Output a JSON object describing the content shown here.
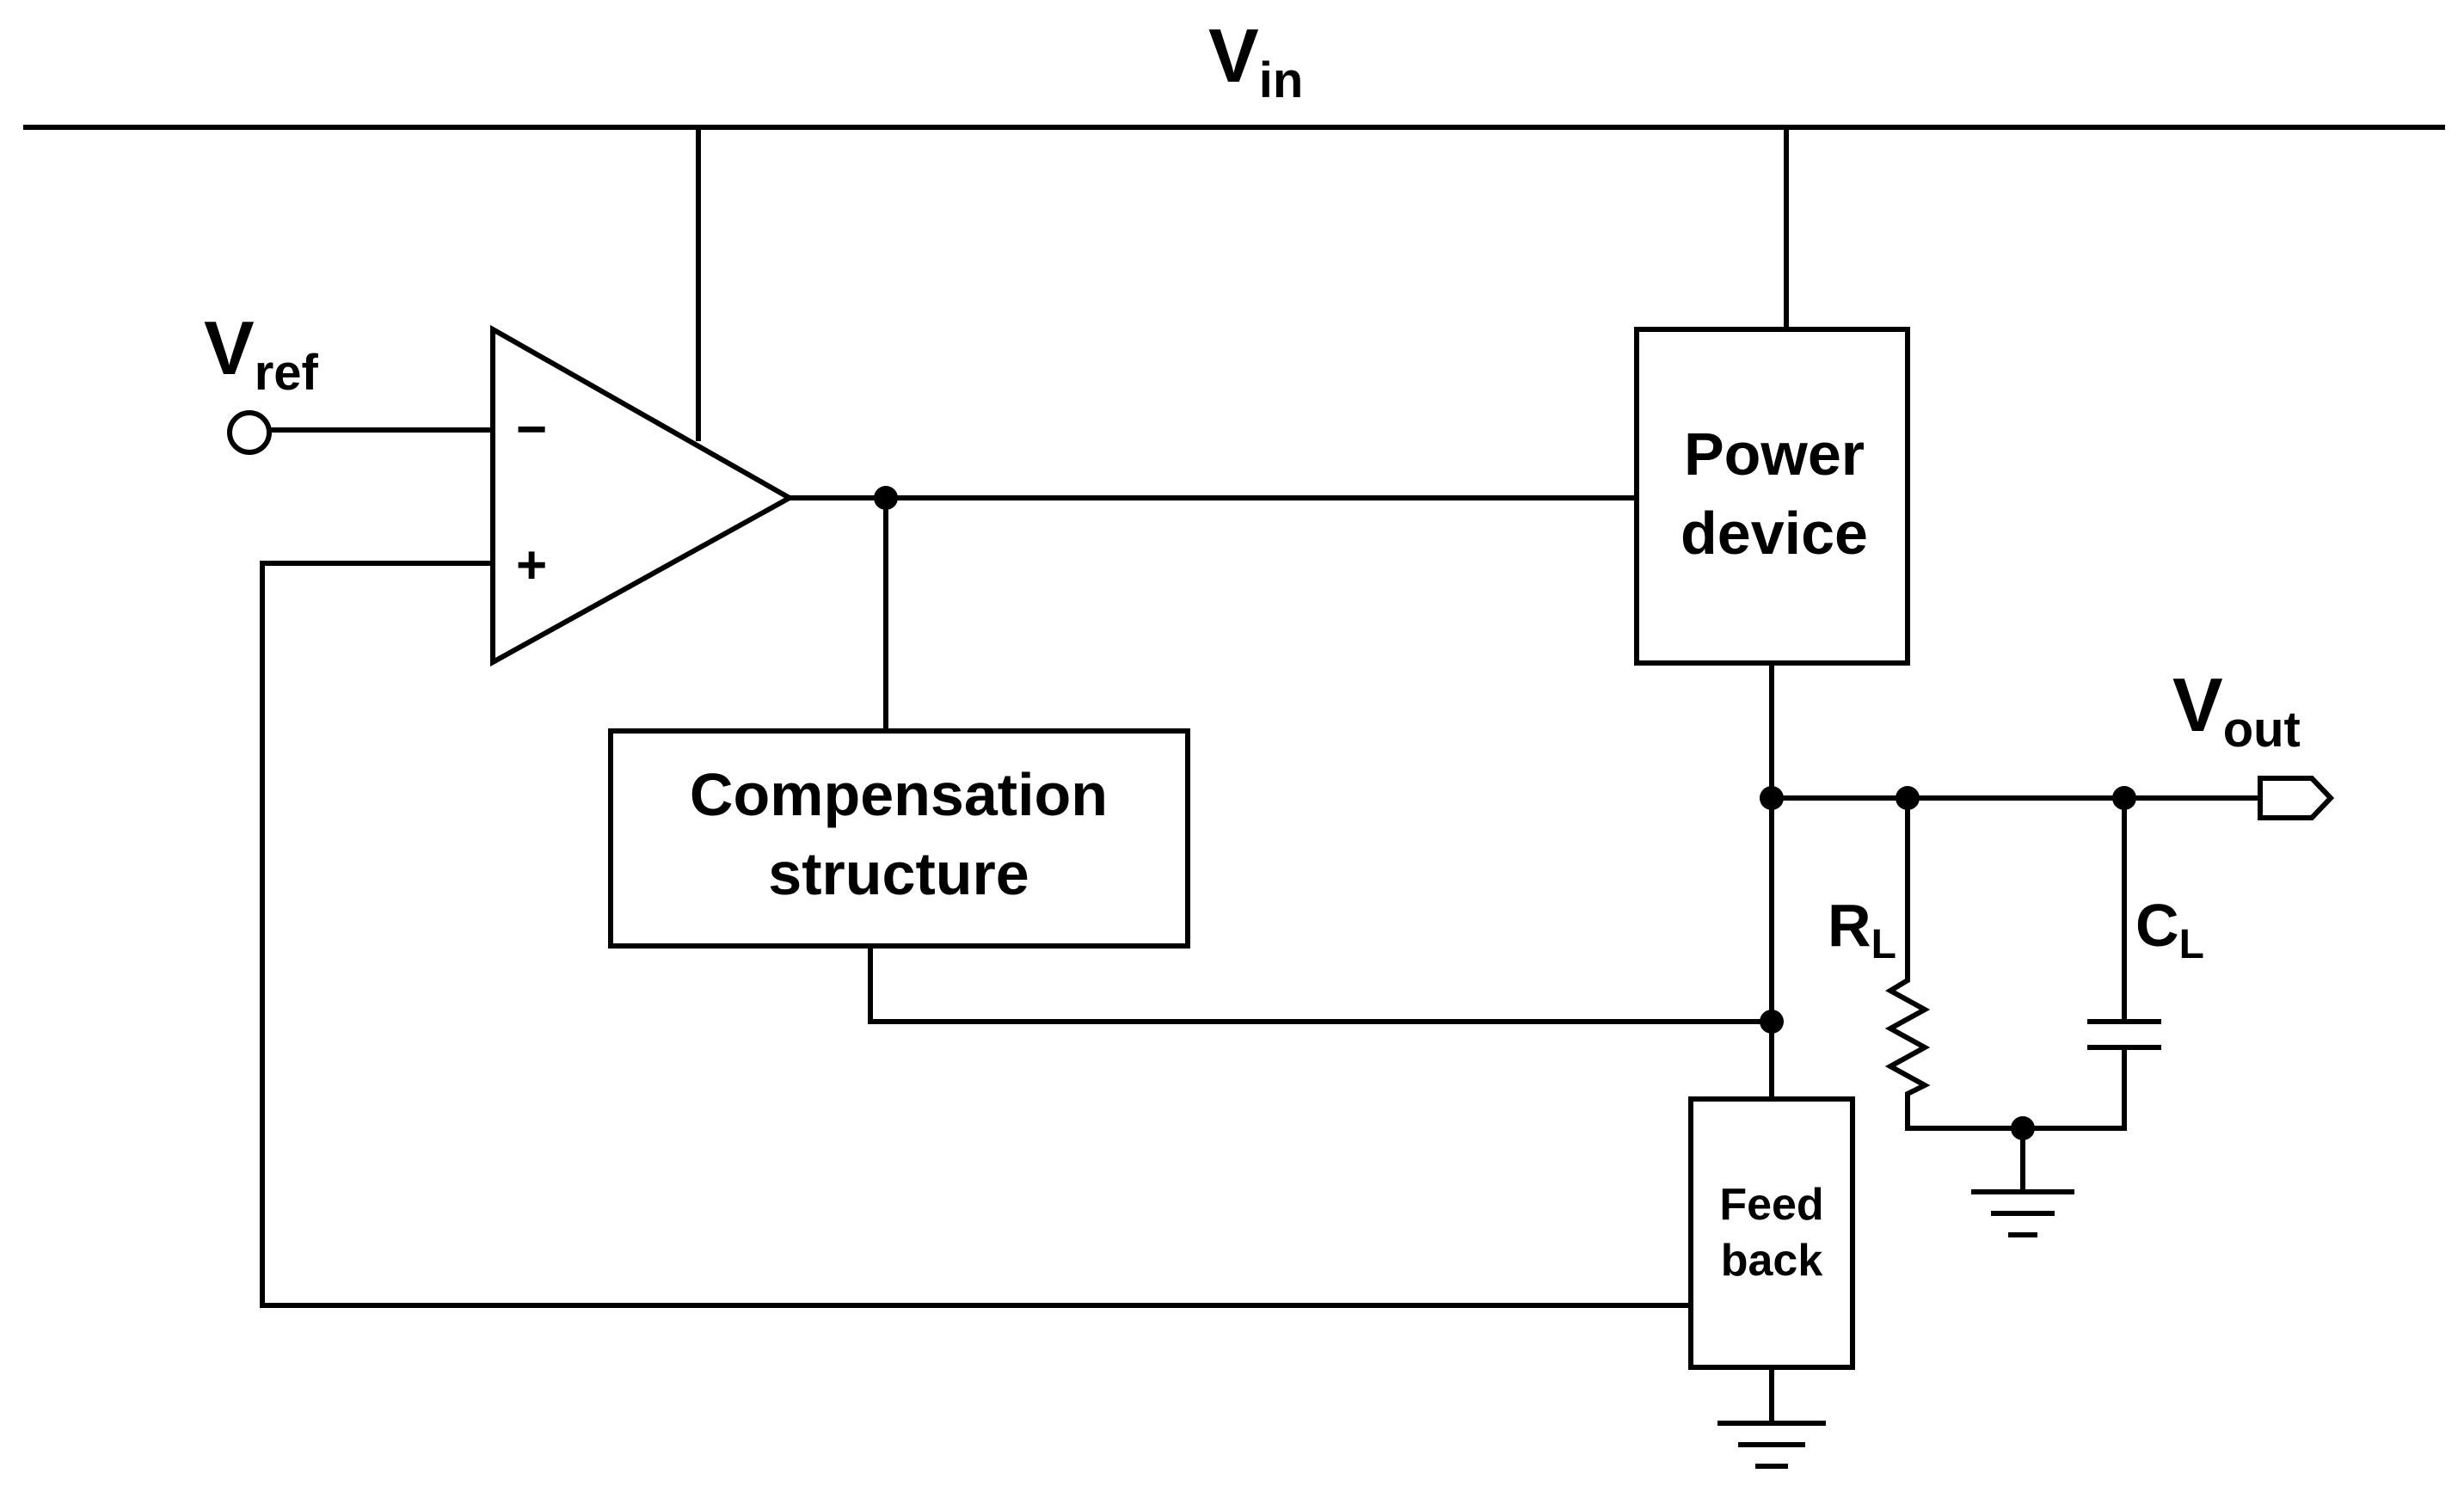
{
  "labels": {
    "vin": {
      "main": "V",
      "sub": "in"
    },
    "vref": {
      "main": "V",
      "sub": "ref"
    },
    "vout": {
      "main": "V",
      "sub": "out"
    },
    "rl": {
      "main": "R",
      "sub": "L"
    },
    "cl": {
      "main": "C",
      "sub": "L"
    },
    "minus": "−",
    "plus": "+"
  },
  "blocks": {
    "power_device": {
      "line1": "Power",
      "line2": "device"
    },
    "compensation": {
      "line1": "Compensation",
      "line2": "structure"
    },
    "feedback": {
      "line1": "Feed",
      "line2": "back"
    }
  }
}
